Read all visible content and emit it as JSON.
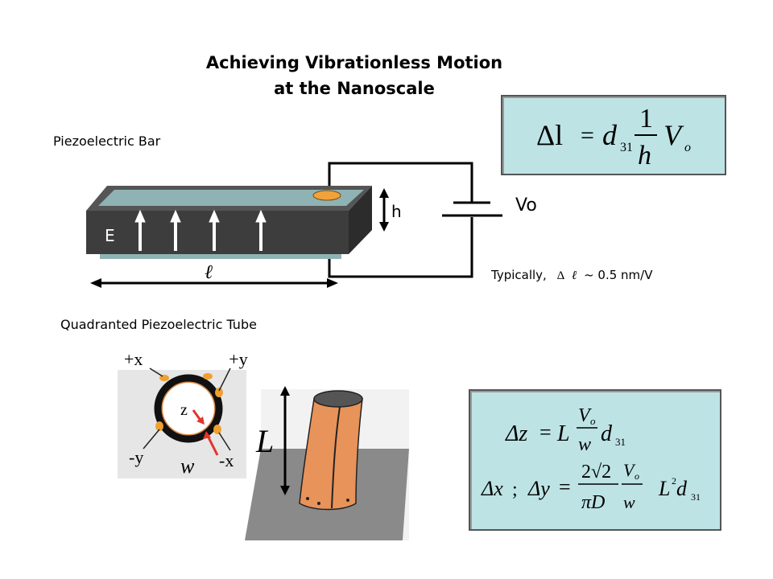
{
  "title": {
    "line1": "Achieving Vibrationless Motion",
    "line2": "at the Nanoscale"
  },
  "bar_section": {
    "heading": "Piezoelectric Bar",
    "e_label": "E",
    "h_label": "h",
    "length_label": "ℓ",
    "vo_label": "Vo",
    "typical_text": "Typically,",
    "typical_delta": "Δ",
    "typical_ell": "ℓ",
    "typical_value": "~ 0.5 nm/V"
  },
  "tube_section": {
    "heading": "Quadranted Piezoelectric Tube",
    "plus_x": "+x",
    "plus_y": "+y",
    "minus_y": "-y",
    "minus_x": "-x",
    "z_label": "z",
    "w_label": "w",
    "L_label": "L"
  },
  "equation1": {
    "lhs": "Δl",
    "eq": "=",
    "d": "d",
    "d_sub": "31",
    "num": "1",
    "den": "h",
    "V": "V",
    "V_sub": "o"
  },
  "equation2": {
    "dz": "Δz",
    "eq": "=",
    "L": "L",
    "V": "V",
    "V_sub": "o",
    "w": "w",
    "d": "d",
    "d_sub": "31",
    "dx": "Δx",
    "semi": ";",
    "dy": "Δy",
    "two_root_two": "2√2",
    "piD": "πD",
    "V2": "V",
    "V2_sub": "o",
    "w2": "w",
    "L2": "L",
    "L2_sup": "2",
    "d2": "d",
    "d2_sub": "31"
  },
  "colors": {
    "eq_box": "#bde3e5",
    "bar_dark": "#3d3d3d",
    "bar_top": "#8fb3b5",
    "tube_orange": "#e8935a",
    "red_arrow": "#e3342b",
    "floor": "#8a8a8a"
  }
}
